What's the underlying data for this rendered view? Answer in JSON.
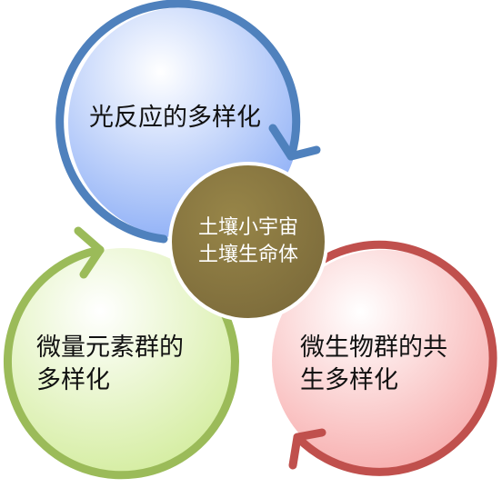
{
  "diagram": {
    "top_cycle": {
      "label": "光反应的多样化",
      "color": "#4f81bd",
      "fill_light": "#ffffff",
      "fill_dark": "#88abf6"
    },
    "left_cycle": {
      "line1": "微量元素群的",
      "line2": "多样化",
      "color": "#9bbb59",
      "fill_light": "#ffffff",
      "fill_dark": "#d2ec9b"
    },
    "right_cycle": {
      "line1": "微生物群的共",
      "line2": "生多样化",
      "color": "#c0504d",
      "fill_light": "#ffffff",
      "fill_dark": "#f7a9a9"
    },
    "center": {
      "line1": "土壤小宇宙",
      "line2": "土壤生命体",
      "fill": "#8c7a43"
    }
  }
}
